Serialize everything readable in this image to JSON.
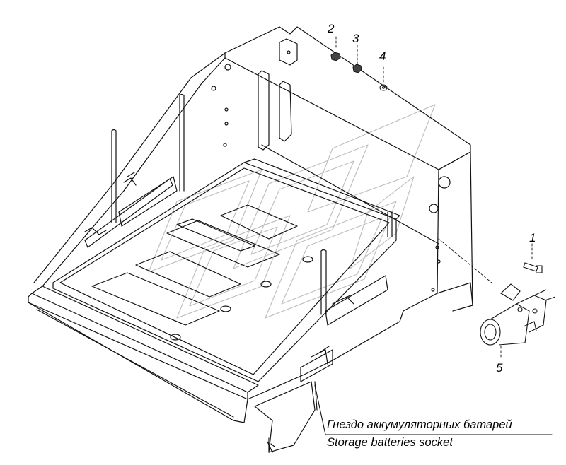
{
  "callouts": {
    "c1": "1",
    "c2": "2",
    "c3": "3",
    "c4": "4",
    "c5": "5"
  },
  "caption": {
    "ru": "Гнездо аккумуляторных батарей",
    "en": "Storage batteries socket"
  },
  "icons": {
    "watermark": "brand-logo-watermark"
  }
}
